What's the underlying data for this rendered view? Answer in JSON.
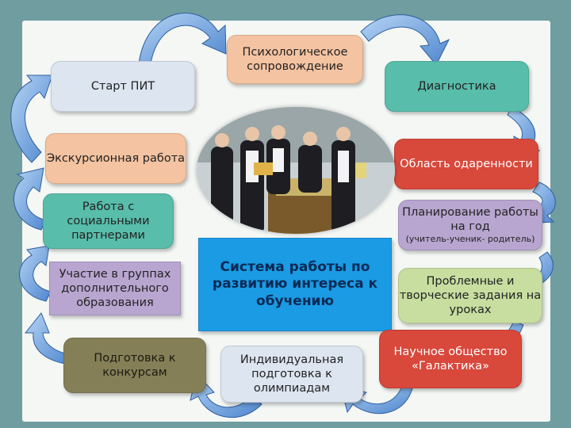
{
  "boxes": {
    "psych": "Психологическое сопровождение",
    "start": "Старт ПИТ",
    "diagnostics": "Диагностика",
    "excursion": "Экскурсионная работа",
    "giftedness": "Область одаренности",
    "partners": "Работа с социальными партнерами",
    "planning": "Планирование работы на год",
    "planning_note": "(учитель-ученик- родитель)",
    "groups": "Участие в группах дополнительного образования",
    "system": "Система работы по развитию интереса к обучению",
    "tasks": "Проблемные и творческие задания на уроках",
    "contests": "Подготовка к конкурсам",
    "olympiads": "Индивидуальная подготовка к олимпиадам",
    "society": "Научное общество «Галактика»"
  },
  "colors": {
    "frame": "#6f9da0",
    "arrow": "#5b8fd6",
    "arrow_light": "#9ec3ef"
  }
}
